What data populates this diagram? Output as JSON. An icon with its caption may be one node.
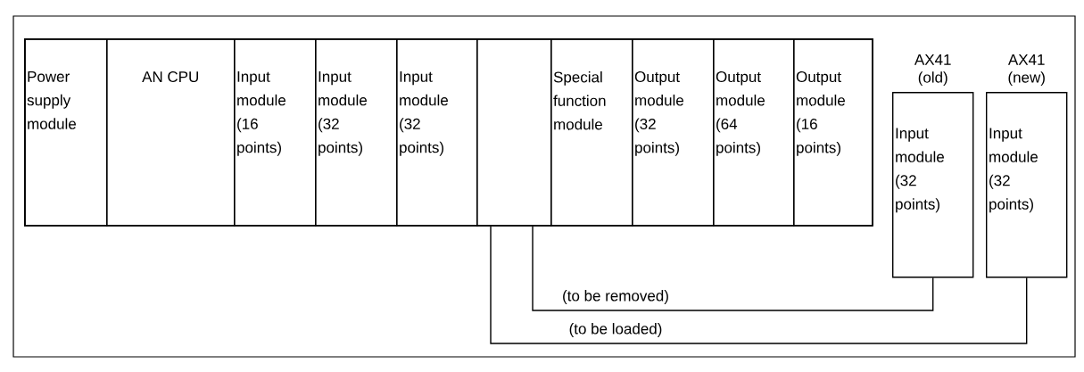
{
  "diagram": {
    "nodes": [
      {
        "text": [],
        "shape": "box"
      },
      {
        "text": [
          "Power supply module"
        ],
        "in": 0
      },
      {
        "text": [
          "AN CPU"
        ],
        "in": 0
      },
      {
        "text": [
          "Input module (16 points)"
        ],
        "in": 0
      },
      {
        "text": [
          "Input module (32 points)"
        ],
        "in": 0
      },
      {
        "text": [
          "Input module (32 points)"
        ],
        "in": 0
      },
      {
        "text": [],
        "shape": "box",
        "in": 0
      },
      {
        "text": [
          "Special function module"
        ],
        "in": 0
      },
      {
        "text": [
          "Output module (32 points)"
        ],
        "in": 0
      },
      {
        "text": [
          "Output module (64 points)"
        ],
        "in": 0
      },
      {
        "text": [
          "Output module (16 points)"
        ],
        "in": 0
      },
      {
        "text": [
          "AX41 (old)",
          "Input module (32 points)"
        ]
      },
      {
        "text": [
          "AX41 (new)",
          "Input module (32 points)"
        ]
      }
    ],
    "edges": [
      {
        "from": 11,
        "to": 6,
        "arrow": "none",
        "label": "(to be removed)"
      },
      {
        "from": 12,
        "to": 6,
        "arrow": "none",
        "label": "(to be loaded)"
      }
    ]
  }
}
